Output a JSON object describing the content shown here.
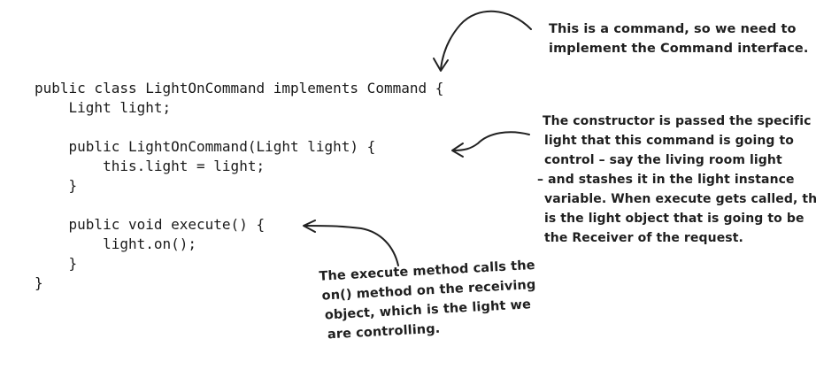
{
  "code": {
    "lines": [
      "public class LightOnCommand implements Command {",
      "    Light light;",
      "",
      "    public LightOnCommand(Light light) {",
      "        this.light = light;",
      "    }",
      "",
      "    public void execute() {",
      "        light.on();",
      "    }",
      "}"
    ]
  },
  "annotations": {
    "command": {
      "lines": [
        "This is a command, so we need to",
        "implement the Command interface."
      ]
    },
    "constructor": {
      "lines": [
        "The constructor is passed the specific",
        "light that this command is going to",
        "control – say the living room light",
        "– and stashes it in the light instance",
        "variable.  When execute gets called, this",
        "is the light object that is going to be",
        "the Receiver of the request."
      ]
    },
    "execute": {
      "lines": [
        "The execute method calls the",
        "on() method on the receiving",
        "object, which is the light we",
        "are controlling."
      ]
    }
  },
  "colors": {
    "text": "#1a1a1a",
    "arrow": "#222222"
  }
}
